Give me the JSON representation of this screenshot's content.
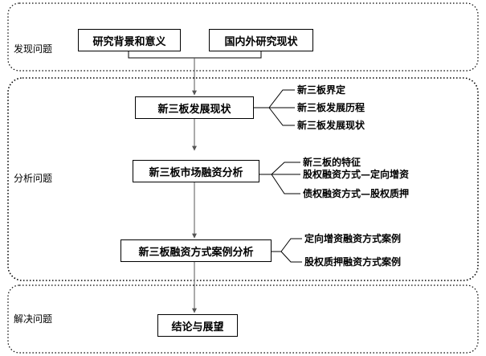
{
  "stages": {
    "discover": "发现问题",
    "analyze": "分析问题",
    "solve": "解决问题"
  },
  "nodes": {
    "background": "研究背景和意义",
    "literature": "国内外研究现状",
    "development": "新三板发展现状",
    "financing_analysis": "新三板市场融资分析",
    "case_analysis": "新三板融资方式案例分析",
    "conclusion": "结论与展望"
  },
  "leaves": {
    "development": [
      "新三板界定",
      "新三板发展历程",
      "新三板发展现状"
    ],
    "financing_analysis": [
      "新三板的特征",
      "股权融资方式—定向增资",
      "债权融资方式—股权质押"
    ],
    "case_analysis": [
      "定向增资融资方式案例",
      "股权质押融资方式案例"
    ]
  },
  "colors": {
    "stroke": "#000000",
    "arrow": "#555555"
  }
}
